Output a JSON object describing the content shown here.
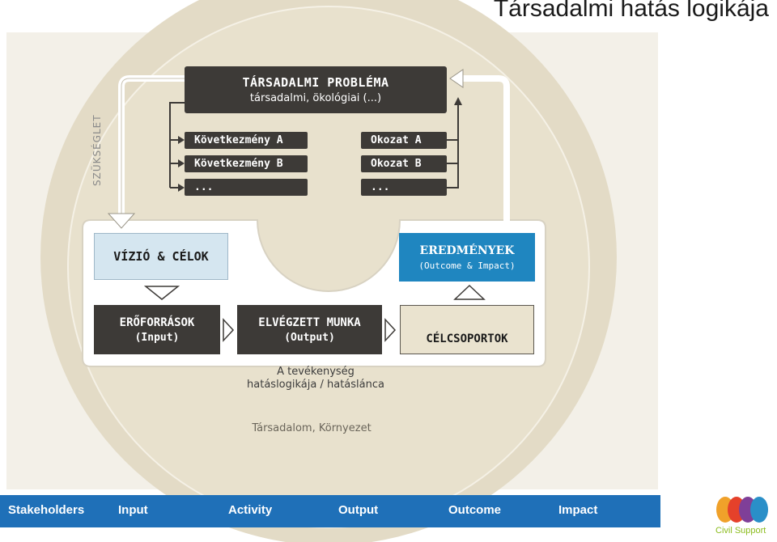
{
  "title": "Társadalmi hatás logikája",
  "problem": {
    "heading": "TÁRSADALMI PROBLÉMA",
    "sub": "társadalmi, ökológiai (...)"
  },
  "consequences": [
    "Következmény A",
    "Következmény B",
    "..."
  ],
  "causes": [
    "Okozat A",
    "Okozat B",
    "..."
  ],
  "need_label": "SZÜKSÉGLET",
  "vision": "VÍZIÓ & CÉLOK",
  "results": {
    "heading": "EREDMÉNYEK",
    "sub": "(Outcome & Impact)"
  },
  "resources": {
    "heading": "ERŐFORRÁSOK",
    "sub": "(Input)"
  },
  "work": {
    "heading": "ELVÉGZETT MUNKA",
    "sub": "(Output)"
  },
  "target": {
    "heading": "CÉLCSOPORTOK"
  },
  "activity_caption": [
    "A tevékenység",
    "hatáslogikája / hatáslánca"
  ],
  "society_label": "Társadalom, Környezet",
  "bottom_bar": [
    "Stakeholders",
    "Input",
    "Activity",
    "Output",
    "Outcome",
    "Impact"
  ],
  "logo": {
    "text": "Civil Support"
  },
  "colors": {
    "dark_box": "#3d3a37",
    "vision_box": "#d5e6f0",
    "results_box": "#1f86c0",
    "target_box": "#eae3cf",
    "bar": "#1f70b8",
    "bg": "#f3f0e8"
  }
}
